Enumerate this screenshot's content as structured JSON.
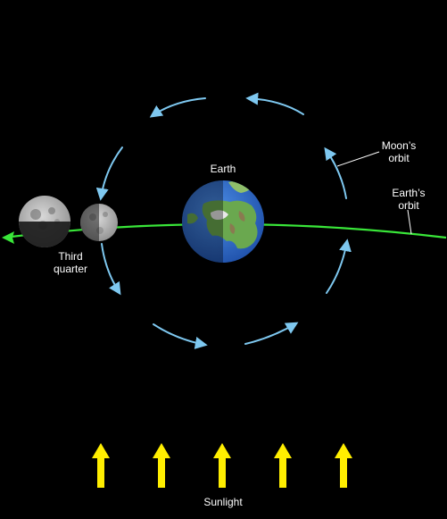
{
  "labels": {
    "earth": "Earth",
    "moons_orbit_line1": "Moon’s",
    "moons_orbit_line2": "orbit",
    "earths_orbit_line1": "Earth’s",
    "earths_orbit_line2": "orbit",
    "third_quarter_line1": "Third",
    "third_quarter_line2": "quarter",
    "sunlight": "Sunlight"
  },
  "colors": {
    "background": "#000000",
    "earth_orbit": "#39e639",
    "moon_orbit": "#7ec8f0",
    "sunlight_arrow": "#ffee00",
    "label_text": "#ffffff",
    "ocean": "#2f6fd6",
    "land": "#6aa84f",
    "moon_light": "#c9c9c9",
    "moon_dark": "#1b1b1b"
  },
  "icons": {
    "earth": "earth-globe-icon",
    "moon_large": "moon-third-quarter-large-icon",
    "moon_small": "moon-third-quarter-small-icon",
    "sunlight": "sunlight-arrow-icon"
  },
  "sunlight_arrow_count": 5
}
